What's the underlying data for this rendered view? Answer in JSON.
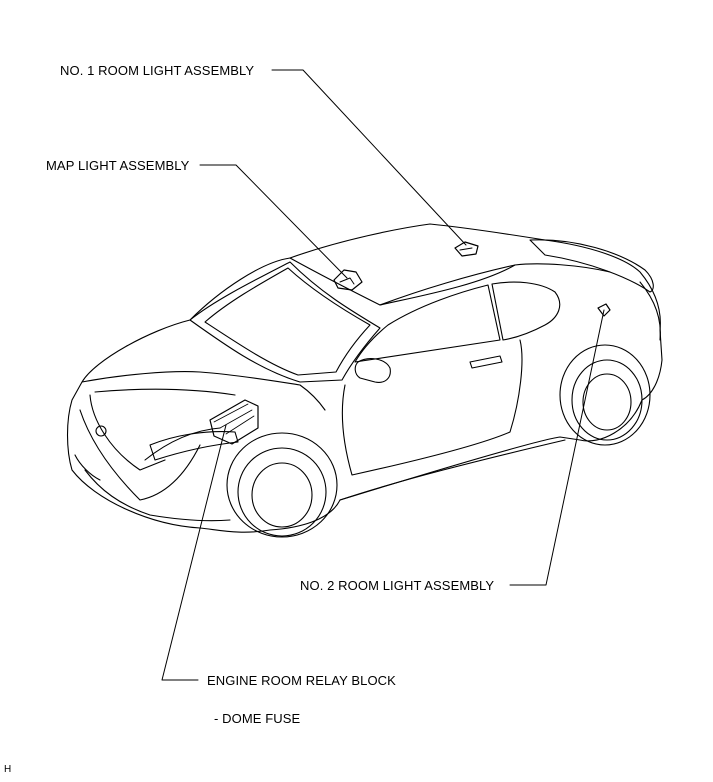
{
  "labels": {
    "no1_room_light": "NO. 1 ROOM LIGHT ASSEMBLY",
    "map_light": "MAP LIGHT ASSEMBLY",
    "no2_room_light": "NO. 2 ROOM LIGHT ASSEMBLY",
    "engine_room_relay_block": "ENGINE ROOM RELAY BLOCK",
    "dome_fuse": "- DOME FUSE"
  },
  "figure_code": "H"
}
